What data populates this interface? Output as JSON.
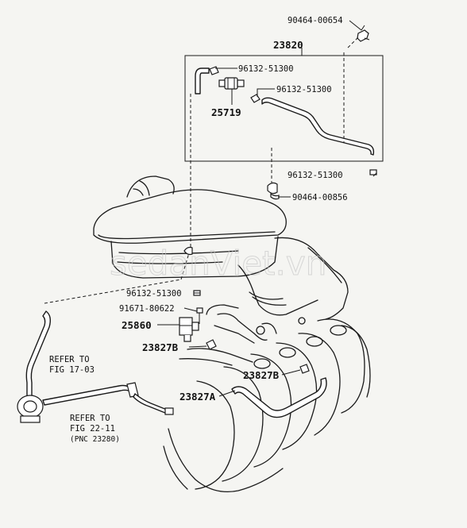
{
  "labels": {
    "clamp_top": "90464-00654",
    "assembly": "23820",
    "clip_a": "96132-51300",
    "valve": "25719",
    "clip_b": "96132-51300",
    "clip_c": "96132-51300",
    "clamp_mid": "90464-00856",
    "clip_d": "96132-51300",
    "bolt": "91671-80622",
    "vsv": "25860",
    "hose_b_left": "23827B",
    "hose_b_right": "23827B",
    "hose_a": "23827A"
  },
  "refs": {
    "ref1_line1": "REFER TO",
    "ref1_line2": "FIG 17-03",
    "ref2_line1": "REFER TO",
    "ref2_line2": "FIG 22-11",
    "ref2_line3": "(PNC 23280)"
  },
  "watermark": "sedanViet.vn"
}
